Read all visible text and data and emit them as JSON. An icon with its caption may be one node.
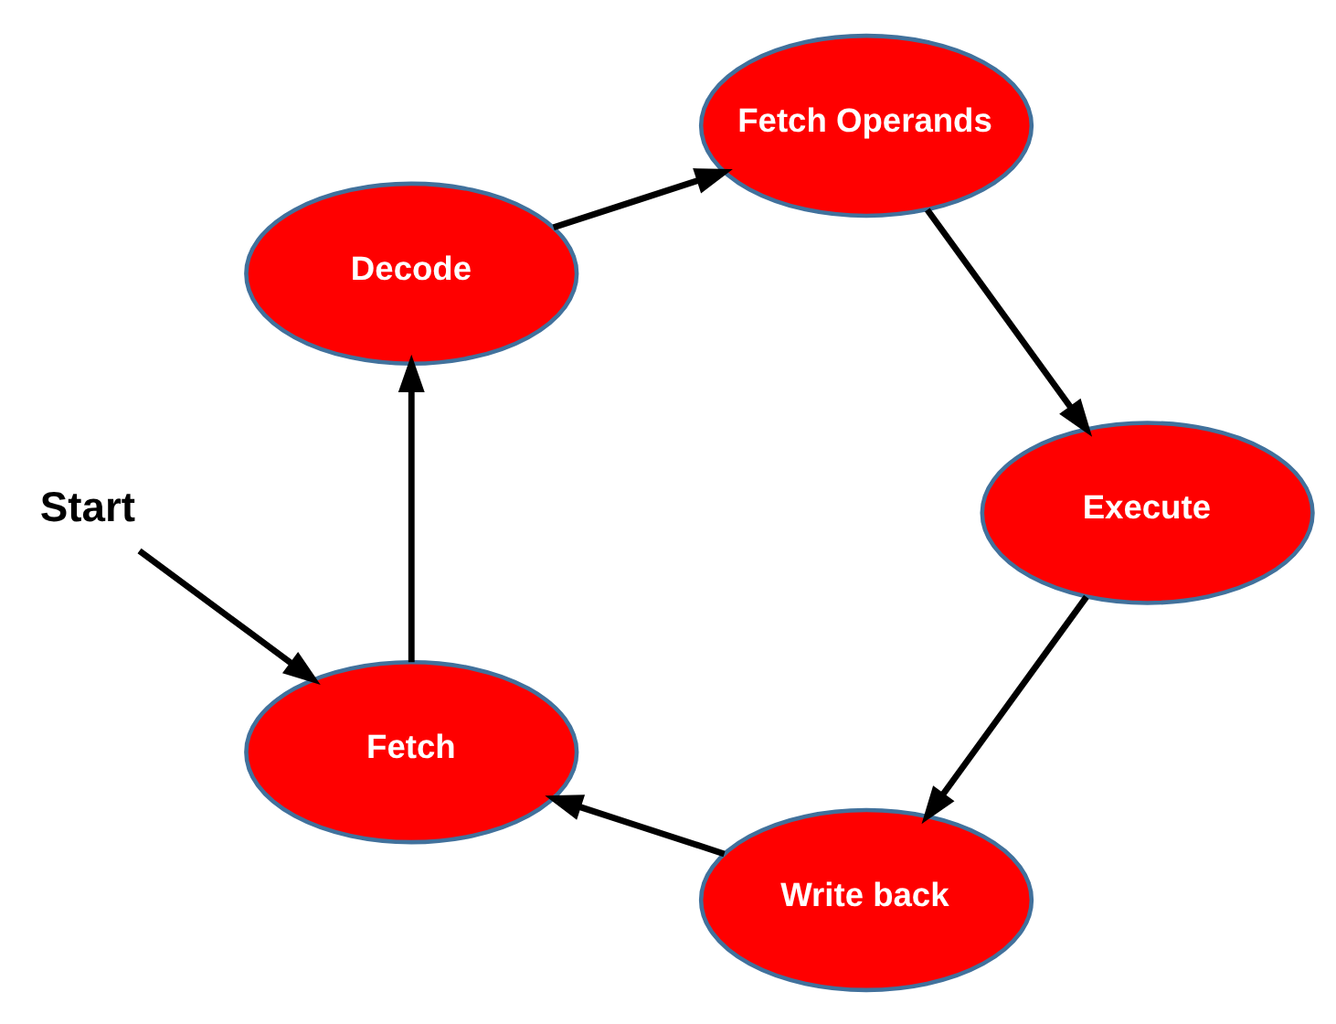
{
  "diagram": {
    "nodes": [
      {
        "text": [
          "Start"
        ]
      },
      {
        "text": [
          "Write back"
        ]
      },
      {
        "text": [
          "Fetch"
        ]
      },
      {
        "text": [
          "Execute"
        ]
      },
      {
        "text": [
          "Decode"
        ]
      },
      {
        "text": [
          "Fetch Operands"
        ]
      }
    ],
    "edges": [
      {
        "from": 0,
        "to": 2,
        "arrow": "to"
      },
      {
        "from": 1,
        "to": 2,
        "arrow": "to"
      },
      {
        "from": 2,
        "to": 4,
        "arrow": "to"
      },
      {
        "from": 4,
        "to": 5,
        "arrow": "to"
      },
      {
        "from": 5,
        "to": 3,
        "arrow": "to"
      },
      {
        "from": 3,
        "to": 1,
        "arrow": "to"
      }
    ]
  }
}
